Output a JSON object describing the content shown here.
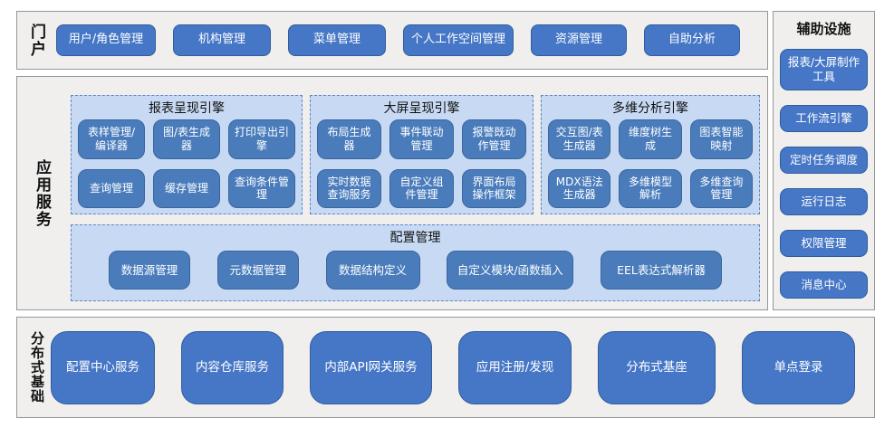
{
  "colors": {
    "panel_bg": "#f0efee",
    "panel_border": "#979797",
    "button_blue": "#4677c6",
    "button_border": "#2f5d9c",
    "engine_bg": "#c7d9f3",
    "engine_border": "#5f87c4",
    "inner_button": "#4a7cbc",
    "inner_button_border": "#3a659c"
  },
  "portal": {
    "label": "门户",
    "buttons": [
      "用户/角色管理",
      "机构管理",
      "菜单管理",
      "个人工作空间管理",
      "资源管理",
      "自助分析"
    ]
  },
  "app_services": {
    "label": "应用服务",
    "engines": [
      {
        "title": "报表呈现引擎",
        "items": [
          "表样管理/编译器",
          "图/表生成器",
          "打印导出引擎",
          "查询管理",
          "缓存管理",
          "查询条件管理"
        ]
      },
      {
        "title": "大屏呈现引擎",
        "items": [
          "布局生成器",
          "事件联动管理",
          "报警既动作管理",
          "实时数据查询服务",
          "自定义组件管理",
          "界面布局操作框架"
        ]
      },
      {
        "title": "多维分析引擎",
        "items": [
          "交互图/表生成器",
          "维度树生成",
          "图表智能映射",
          "MDX语法生成器",
          "多维模型解析",
          "多维查询管理"
        ]
      }
    ],
    "config": {
      "title": "配置管理",
      "items": [
        "数据源管理",
        "元数据管理",
        "数据结构定义",
        "自定义模块/函数插入",
        "EEL表达式解析器"
      ]
    }
  },
  "auxiliary": {
    "title": "辅助设施",
    "buttons": [
      "报表/大屏制作工具",
      "工作流引擎",
      "定时任务调度",
      "运行日志",
      "权限管理",
      "消息中心"
    ]
  },
  "foundation": {
    "label": "分布式基础",
    "buttons": [
      "配置中心服务",
      "内容仓库服务",
      "内部API网关服务",
      "应用注册/发现",
      "分布式基座",
      "单点登录"
    ]
  }
}
